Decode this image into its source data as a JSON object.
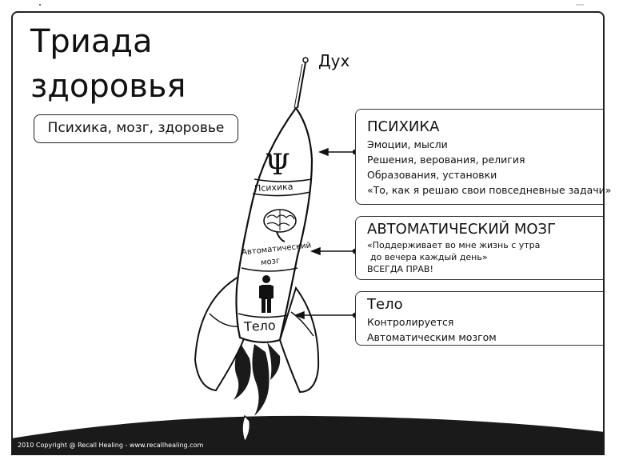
{
  "title": {
    "line1": "Триада",
    "line2": "здоровья"
  },
  "subtitle": "Психика, мозг, здоровье",
  "spirit_label": "Дух",
  "rocket": {
    "psyche_symbol": "Ψ",
    "psyche_label": "Психика",
    "auto_label_line1": "Автоматический",
    "auto_label_line2": "мозг",
    "body_label": "Тело"
  },
  "boxes": {
    "psyche": {
      "heading": "ПСИХИКА",
      "lines": [
        "Эмоции, мысли",
        "Решения, верования, религия",
        "Образования, установки",
        "«То, как я решаю свои повседневные задачи»"
      ]
    },
    "auto_brain": {
      "heading": "АВТОМАТИЧЕСКИЙ МОЗГ",
      "lines": [
        "«Поддерживает во мне жизнь с утра",
        "до вечера каждый день»",
        "ВСЕГДА ПРАВ!"
      ]
    },
    "body": {
      "heading": "Тело",
      "lines": [
        "Контролируется",
        "Автоматическим мозгом"
      ]
    }
  },
  "copyright": "2010 Copyright @ Recall Healing - www.recallhealing.com",
  "colors": {
    "ink": "#111111",
    "ground": "#1a1a1a",
    "background": "#ffffff"
  }
}
